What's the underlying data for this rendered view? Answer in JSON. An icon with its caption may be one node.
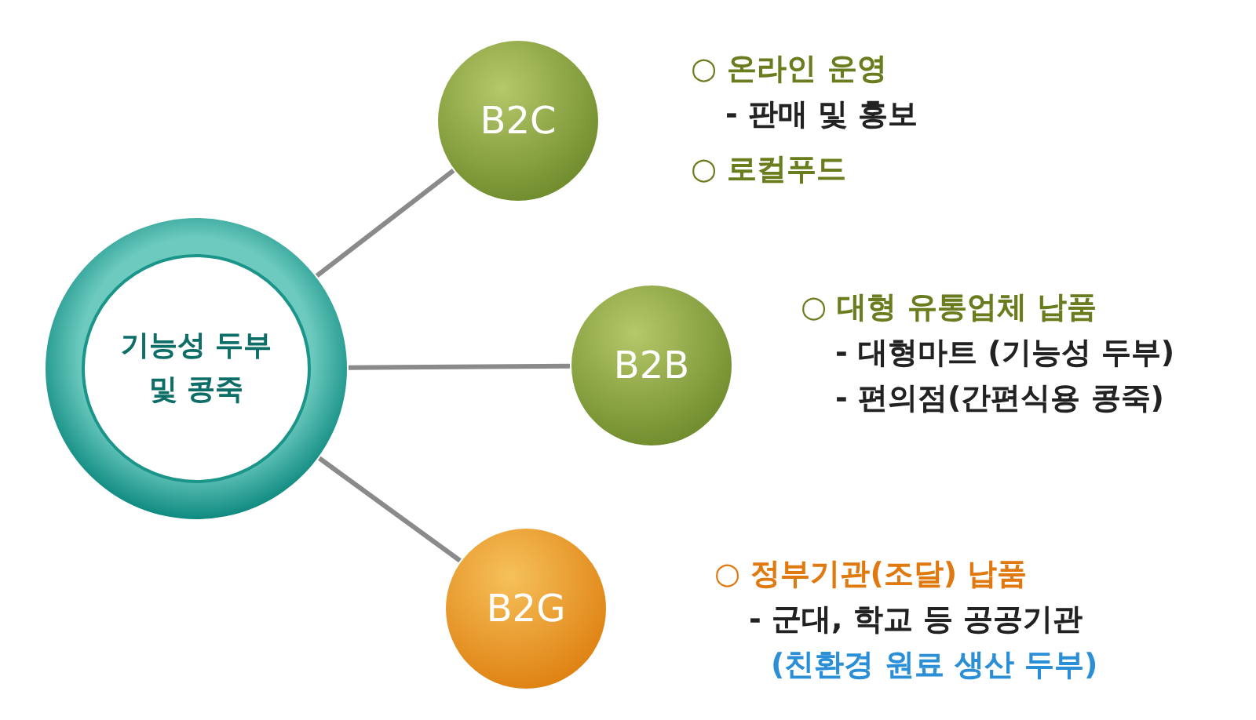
{
  "diagram": {
    "nodes": [
      {
        "text": [
          "기능성 두부 및 콩죽"
        ]
      },
      {
        "text": [
          "B2C"
        ],
        "beside": [
          "○ 온라인 운영",
          "- 판매 및 홍보",
          "○ 로컬푸드"
        ]
      },
      {
        "text": [
          "B2B"
        ],
        "beside": [
          "○ 대형 유통업체 납품",
          "- 대형마트 (기능성 두부)",
          "- 편의점(간편식용 콩죽)"
        ]
      },
      {
        "text": [
          "B2G"
        ],
        "beside": [
          "○ 정부기관(조달) 납품",
          "- 군대, 학교 등 공공기관",
          "(친환경 원료 생산 두부)"
        ]
      }
    ],
    "edges": [
      {
        "from": 0,
        "to": 1,
        "arrow": "none"
      },
      {
        "from": 0,
        "to": 2,
        "arrow": "none"
      },
      {
        "from": 0,
        "to": 3,
        "arrow": "none"
      }
    ]
  }
}
